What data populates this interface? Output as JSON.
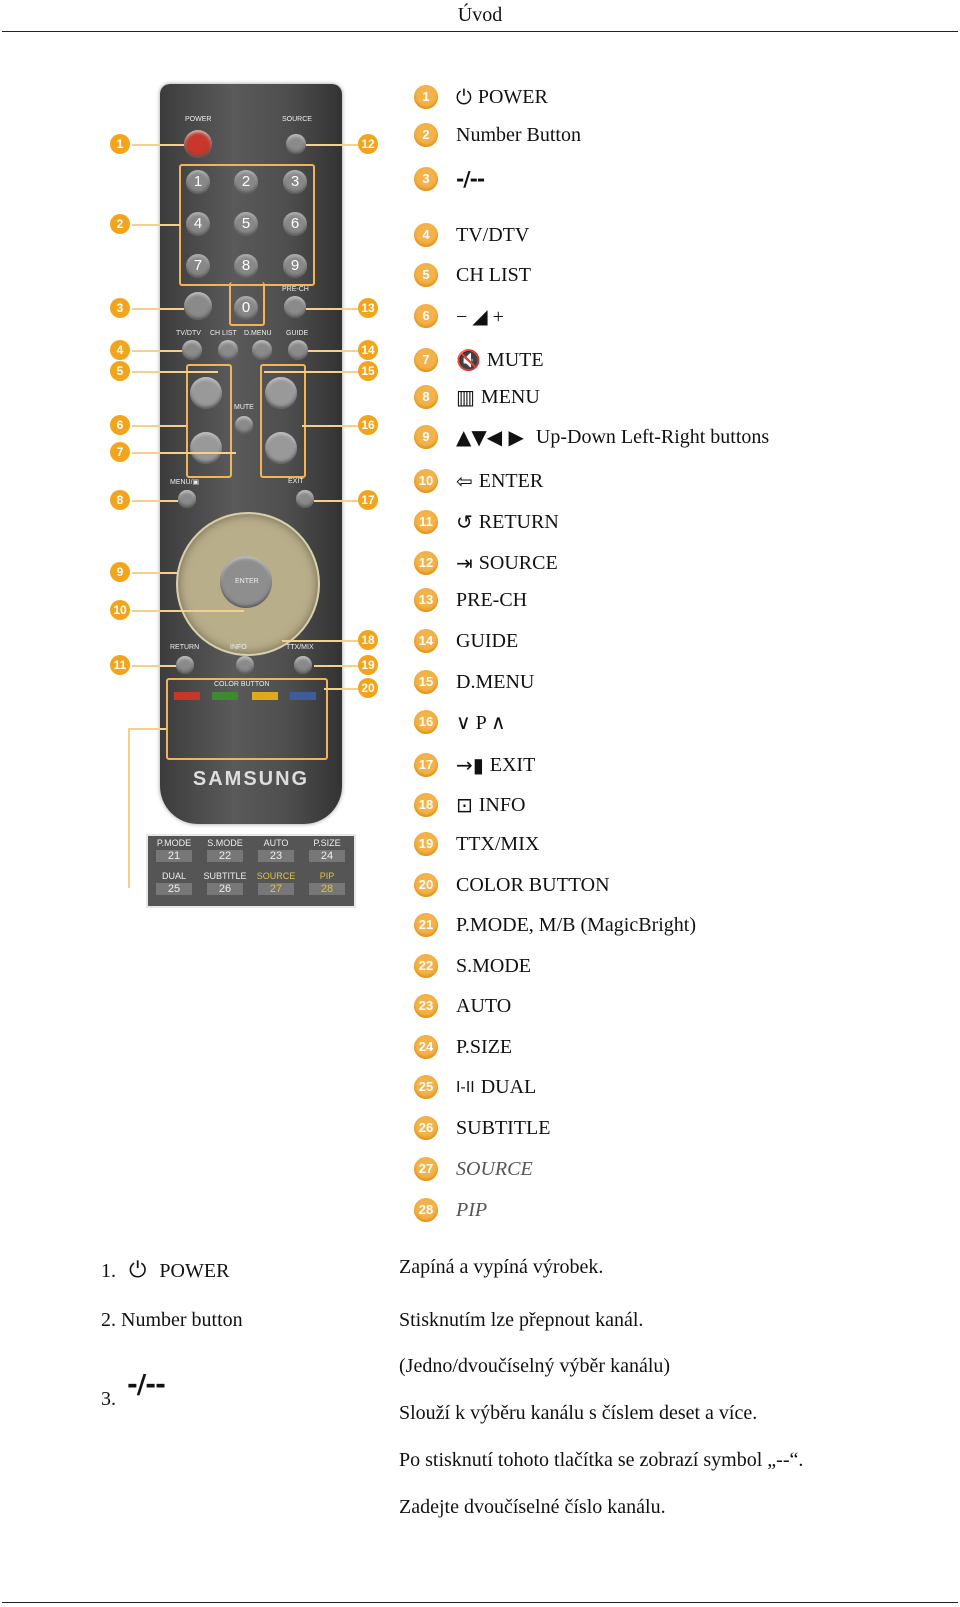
{
  "header": {
    "title": "Úvod"
  },
  "remote": {
    "labels": {
      "power": "POWER",
      "source": "SOURCE",
      "prech": "PRE-CH",
      "tvdtv": "TV/DTV",
      "chlist": "CH LIST",
      "dmenu": "D.MENU",
      "guide": "GUIDE",
      "mute": "MUTE",
      "menu": "MENU/▣",
      "exit": "EXIT",
      "enter": "ENTER",
      "return": "RETURN",
      "info": "INFO",
      "ttx": "TTX/MIX",
      "color": "COLOR BUTTON",
      "brand": "SAMSUNG"
    },
    "numkeys": [
      "1",
      "2",
      "3",
      "4",
      "5",
      "6",
      "7",
      "8",
      "9",
      "0"
    ],
    "callouts_left": [
      "1",
      "2",
      "3",
      "4",
      "5",
      "6",
      "7",
      "8",
      "9",
      "10",
      "11"
    ],
    "callouts_right": [
      "12",
      "13",
      "14",
      "15",
      "16",
      "17",
      "18",
      "19",
      "20"
    ],
    "func_table": [
      {
        "label": "P.MODE",
        "num": "21"
      },
      {
        "label": "S.MODE",
        "num": "22"
      },
      {
        "label": "AUTO",
        "num": "23"
      },
      {
        "label": "P.SIZE",
        "num": "24"
      },
      {
        "label": "DUAL",
        "num": "25"
      },
      {
        "label": "SUBTITLE",
        "num": "26"
      },
      {
        "label": "SOURCE",
        "num": "27"
      },
      {
        "label": "PIP",
        "num": "28"
      }
    ],
    "colors": {
      "red": "#c8372a",
      "green": "#3f8a2f",
      "yellow": "#e0a81d",
      "blue": "#3c5d99",
      "accent": "#f2a41c"
    }
  },
  "legend": [
    {
      "n": "1",
      "icon": "⏻",
      "text": "POWER"
    },
    {
      "n": "2",
      "icon": "",
      "text": "Number Button"
    },
    {
      "n": "3",
      "icon": "",
      "text": "-/--"
    },
    {
      "n": "4",
      "icon": "",
      "text": "TV/DTV"
    },
    {
      "n": "5",
      "icon": "",
      "text": "CH LIST"
    },
    {
      "n": "6",
      "icon": "",
      "text": "− ◢ +"
    },
    {
      "n": "7",
      "icon": "🔇",
      "text": "MUTE"
    },
    {
      "n": "8",
      "icon": "▥",
      "text": "MENU"
    },
    {
      "n": "9",
      "icon": "▲▼◀ ▶",
      "text": "Up-Down Left-Right buttons"
    },
    {
      "n": "10",
      "icon": "⇦",
      "text": "ENTER"
    },
    {
      "n": "11",
      "icon": "↺",
      "text": "RETURN"
    },
    {
      "n": "12",
      "icon": "⇥",
      "text": "SOURCE"
    },
    {
      "n": "13",
      "icon": "",
      "text": "PRE-CH"
    },
    {
      "n": "14",
      "icon": "",
      "text": "GUIDE"
    },
    {
      "n": "15",
      "icon": "",
      "text": "D.MENU"
    },
    {
      "n": "16",
      "icon": "",
      "text": "∨ P ∧"
    },
    {
      "n": "17",
      "icon": "→▮",
      "text": "EXIT"
    },
    {
      "n": "18",
      "icon": "⊡",
      "text": "INFO"
    },
    {
      "n": "19",
      "icon": "",
      "text": "TTX/MIX"
    },
    {
      "n": "20",
      "icon": "",
      "text": "COLOR BUTTON"
    },
    {
      "n": "21",
      "icon": "",
      "text": "P.MODE, M/B (MagicBright)"
    },
    {
      "n": "22",
      "icon": "",
      "text": "S.MODE"
    },
    {
      "n": "23",
      "icon": "",
      "text": "AUTO"
    },
    {
      "n": "24",
      "icon": "",
      "text": "P.SIZE"
    },
    {
      "n": "25",
      "icon": "I-II",
      "text": "DUAL"
    },
    {
      "n": "26",
      "icon": "",
      "text": "SUBTITLE"
    },
    {
      "n": "27",
      "icon": "",
      "text": "SOURCE"
    },
    {
      "n": "28",
      "icon": "",
      "text": "PIP"
    }
  ],
  "descriptions": {
    "item1": {
      "num": "1.",
      "icon": "⏻",
      "label": "POWER",
      "text": "Zapíná a vypíná výrobek."
    },
    "item2": {
      "label": "2. Number button",
      "text": "Stisknutím lze přepnout kanál."
    },
    "item3": {
      "num": "3.",
      "icon": "-/--",
      "lines": [
        "(Jedno/dvoučíselný výběr kanálu)",
        "Slouží k výběru kanálu s číslem deset a více.",
        "Po stisknutí tohoto tlačítka se zobrazí symbol „--“.",
        "Zadejte dvoučíselné číslo kanálu."
      ]
    }
  }
}
